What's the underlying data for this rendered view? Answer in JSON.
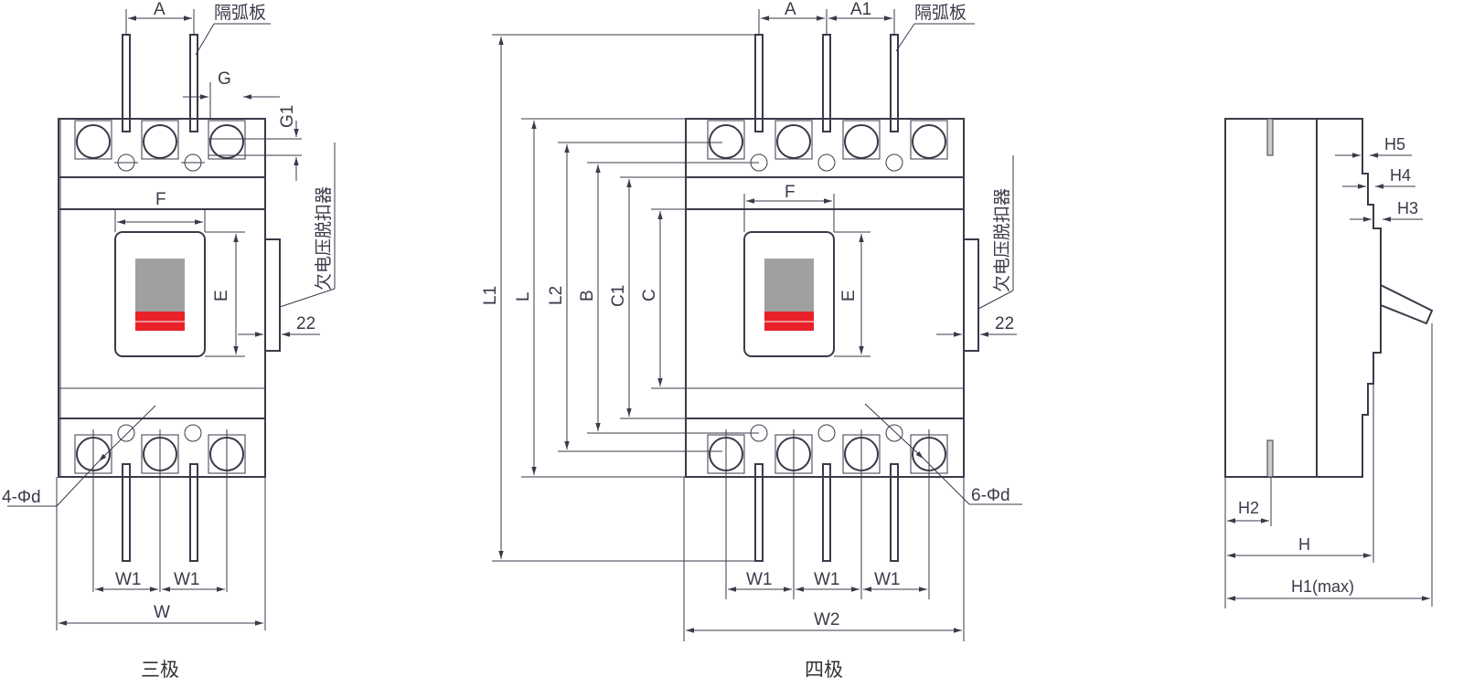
{
  "three_pole": {
    "caption": "三极",
    "labels": {
      "A": "A",
      "arc_plate": "隔弧板",
      "G": "G",
      "G1": "G1",
      "F": "F",
      "E": "E",
      "undervoltage": "欠电压脱扣器",
      "d22": "22",
      "holes": "4-Φd",
      "W1a": "W1",
      "W1b": "W1",
      "W": "W"
    }
  },
  "four_pole": {
    "caption": "四极",
    "labels": {
      "A": "A",
      "A1": "A1",
      "arc_plate": "隔弧板",
      "L1": "L1",
      "L": "L",
      "L2": "L2",
      "B": "B",
      "C1": "C1",
      "C": "C",
      "F": "F",
      "E": "E",
      "undervoltage": "欠电压脱扣器",
      "d22": "22",
      "holes": "6-Φd",
      "W1a": "W1",
      "W1b": "W1",
      "W1c": "W1",
      "W2": "W2"
    }
  },
  "side_view": {
    "labels": {
      "H5": "H5",
      "H4": "H4",
      "H3": "H3",
      "H2": "H2",
      "H": "H",
      "H1": "H1(max)"
    }
  },
  "colors": {
    "line": "#3a3a4a",
    "window_gray": "#a0a0a0",
    "indicator_red": "#e8202a",
    "terminal_tint": "#cfe6f2"
  }
}
